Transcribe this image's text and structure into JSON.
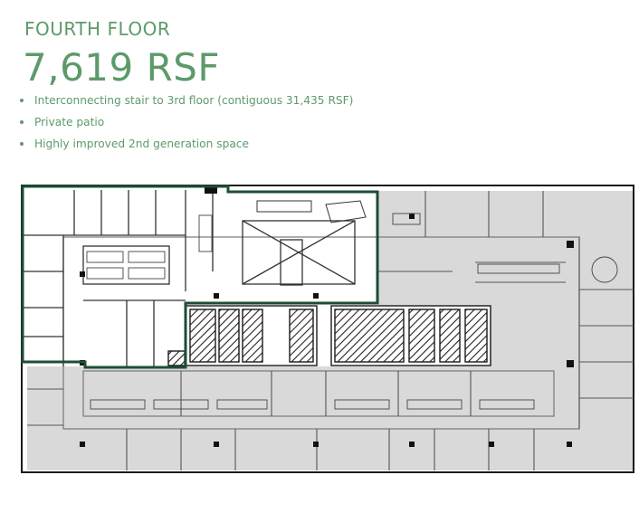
{
  "header": {
    "title": "FOURTH FLOOR",
    "area": "7,619 RSF"
  },
  "features": [
    "Interconnecting stair to 3rd floor (contiguous 31,435 RSF)",
    "Private patio",
    "Highly improved 2nd generation space"
  ],
  "colors": {
    "accent_text": "#5d9a6a",
    "suite_outline": "#1e4d34",
    "unavailable_fill": "#d9d9d9",
    "wall": "#1a1a1a"
  }
}
